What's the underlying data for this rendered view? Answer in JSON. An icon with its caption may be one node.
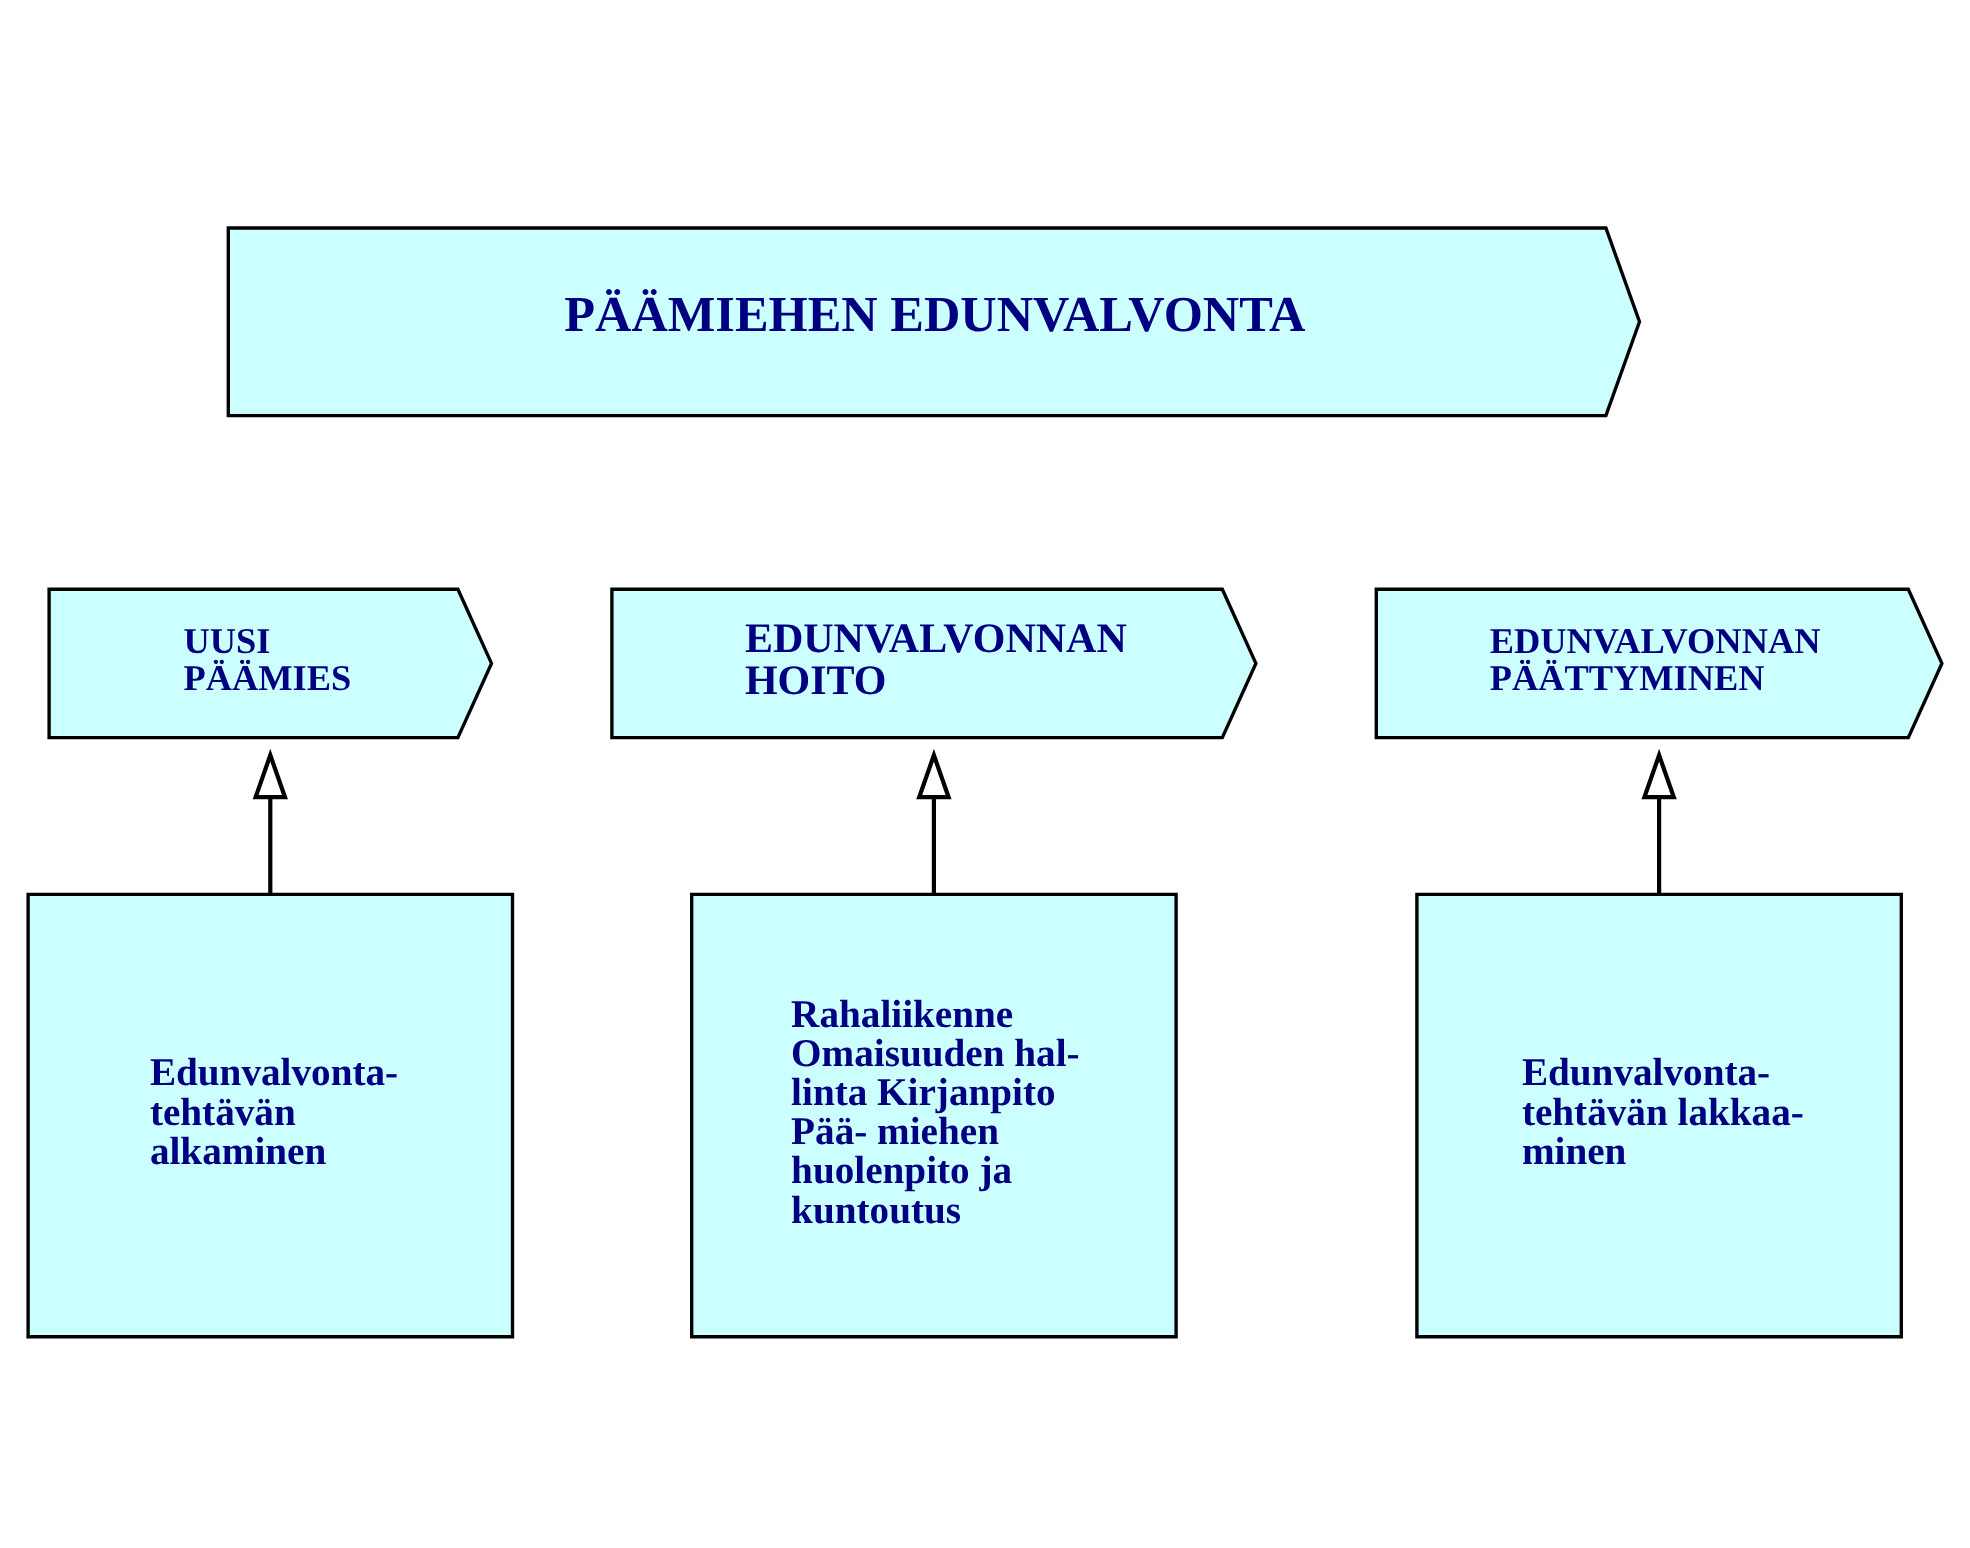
{
  "diagram": {
    "nodes": [
      {
        "text": [
          "PÄÄMIEHEN EDUNVALVONTA"
        ]
      },
      {
        "text": [
          "UUSI PÄÄMIES"
        ]
      },
      {
        "text": [
          "EDUNVALVONNAN HOITO"
        ]
      },
      {
        "text": [
          "EDUNVALVONNAN PÄÄTTYMINEN"
        ]
      },
      {
        "text": [
          "Edunvalvonta- tehtävän alkaminen"
        ]
      },
      {
        "text": [
          "Rahaliikenne Omaisuuden hal- linta Kirjanpito Pää- miehen huolenpito ja kuntoutus"
        ]
      },
      {
        "text": [
          "Edunvalvonta- tehtävän lakkaa- minen"
        ]
      }
    ],
    "edges": [
      {
        "from": 4,
        "to": 1,
        "arrow": "to"
      },
      {
        "from": 5,
        "to": 2,
        "arrow": "to"
      },
      {
        "from": 6,
        "to": 3,
        "arrow": "to"
      }
    ]
  }
}
